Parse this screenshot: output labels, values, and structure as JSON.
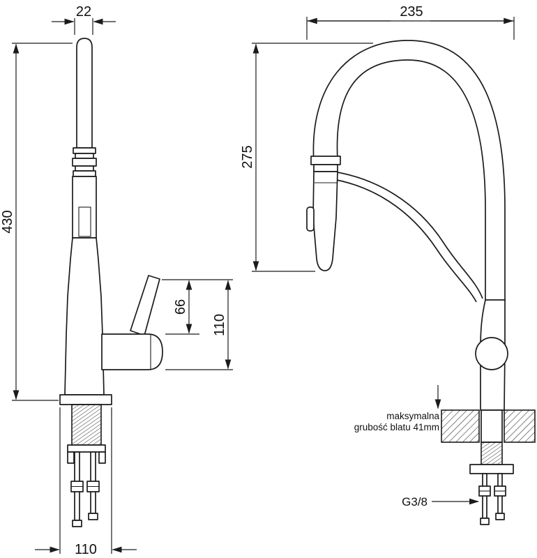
{
  "left_view": {
    "top_width": "22",
    "total_height": "430",
    "lever_height": "66",
    "section_height": "110",
    "base_width": "110"
  },
  "right_view": {
    "spout_reach": "235",
    "spout_height": "275",
    "counter_note_line1": "maksymalna",
    "counter_note_line2": "grubość blatu 41mm",
    "thread_label": "G3/8"
  },
  "colors": {
    "line": "#1b1b1b",
    "background": "#ffffff"
  }
}
